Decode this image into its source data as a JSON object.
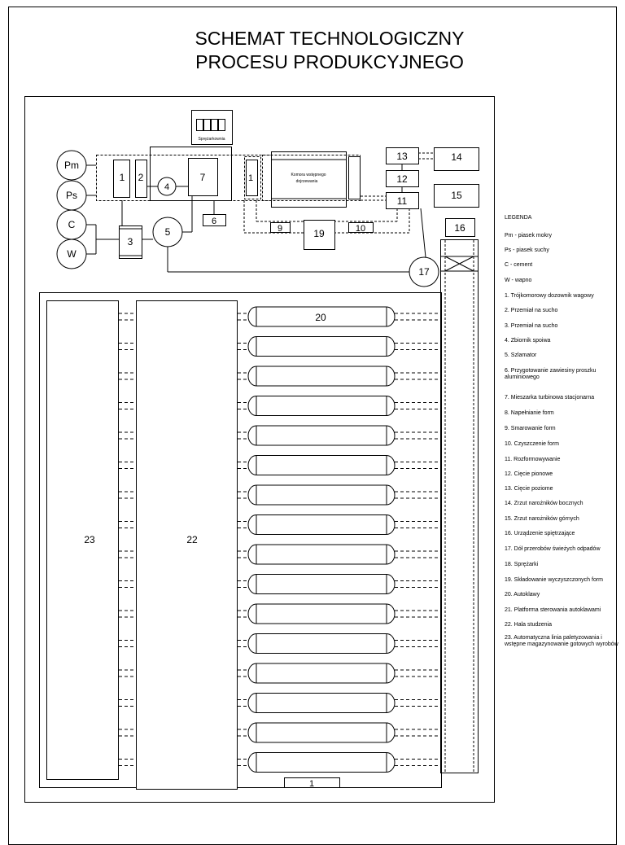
{
  "title": {
    "line1": "SCHEMAT TECHNOLOGICZNY",
    "line2": "PROCESU PRODUKCYJNEGO"
  },
  "diagram": {
    "inputs": [
      "Pm",
      "Ps",
      "C",
      "W"
    ],
    "labels": {
      "n1": "1",
      "n2": "2",
      "n3": "3",
      "n4": "4",
      "n5": "5",
      "n6": "6",
      "n7": "7",
      "n9": "9",
      "n10": "10",
      "n11": "11",
      "n12": "12",
      "n13": "13",
      "n14": "14",
      "n15": "15",
      "n16": "16",
      "n17": "17",
      "n19": "19",
      "n20": "20",
      "n22": "22",
      "n23": "23"
    },
    "spreżarkownia": "Sprężarkownia",
    "komora_line1": "Komora wstępnego",
    "komora_line2": "dojrzewania",
    "autoclave_count": 16
  },
  "legend": {
    "heading": "LEGENDA",
    "items": [
      "Pm - piasek mokry",
      "Ps - piasek suchy",
      "C - cement",
      "W - wapno",
      "1. Trójkomorowy dozownik wagowy",
      "2. Przemiał na sucho",
      "3. Przemiał na sucho",
      "4. Zbiornik spoiwa",
      "5. Szlamator",
      "6. Przygotowanie zawiesiny proszku aluminiowego",
      "7. Mieszarka turbinowa stacjonarna",
      "8. Napełnianie form",
      "9. Smarowanie form",
      "10. Czyszczenie form",
      "11. Rozformowywanie",
      "12. Cięcie pionowe",
      "13. Cięcie poziome",
      "14. Zrzut narożników bocznych",
      "15. Zrzut narożników górnych",
      "16. Urządzenie spiętrzające",
      "17. Dół przerobów świeżych odpadów",
      "18. Sprężarki",
      "19. Składowanie wyczyszczonych form",
      "20. Autoklawy",
      "21. Platforma sterowania autoklawami",
      "22. Hala studzenia",
      "23. Automatyczna linia paletyzowania i wstępne magazynowanie gotowych wyrobów"
    ]
  }
}
